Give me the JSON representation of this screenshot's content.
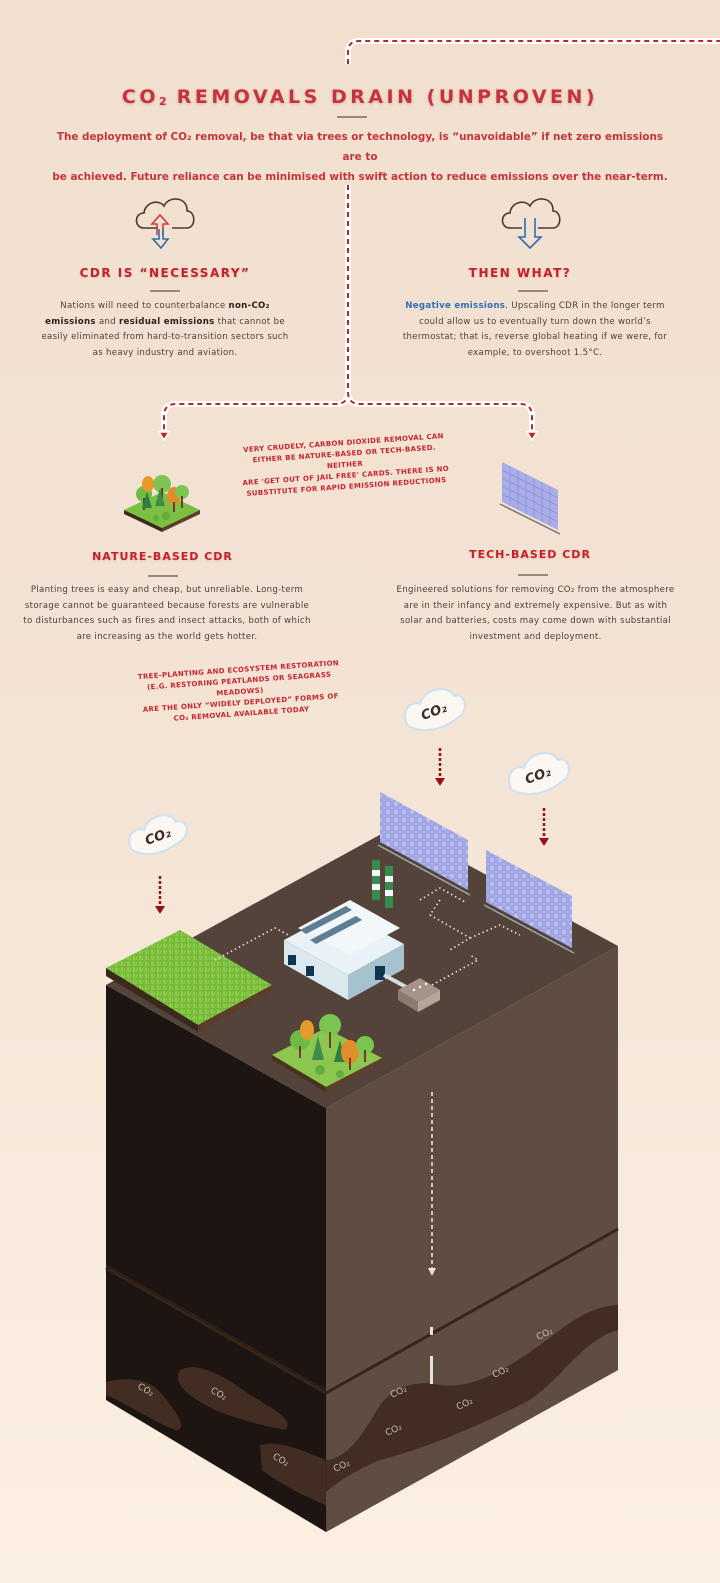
{
  "header": {
    "title_prefix": "CO",
    "title_sub": "2",
    "title_rest": " REMOVALS DRAIN (UNPROVEN)",
    "lede_line1": "The deployment of CO₂ removal, be that via trees or technology, is “unavoidable” if net zero emissions are to",
    "lede_line2": "be achieved. Future reliance can be minimised with swift action to reduce emissions over the near-term."
  },
  "columns": {
    "left": {
      "icon": "cloud-up-down-arrows-icon",
      "heading": "CDR IS “NECESSARY”",
      "body_p1": "Nations will need to counterbalance ",
      "body_b1": "non-CO₂ emissions",
      "body_p2": " and ",
      "body_b2": "residual emissions",
      "body_p3": " that cannot be easily eliminated from hard-to-transition sectors such as heavy industry and aviation."
    },
    "right": {
      "icon": "cloud-down-arrow-icon",
      "heading": "THEN WHAT?",
      "body_blue": "Negative emissions",
      "body_rest": ". Upscaling CDR in the longer term could allow us to eventually turn down the world’s thermostat; that is, reverse global heating if we were, for example, to overshoot 1.5°C."
    }
  },
  "split_note": {
    "line1": "VERY CRUDELY, CARBON DIOXIDE REMOVAL CAN",
    "line2": "EITHER BE NATURE-BASED OR TECH-BASED. NEITHER",
    "line3": "ARE 'GET OUT OF JAIL FREE' CARDS. THERE IS NO",
    "line4": "SUBSTITUTE FOR RAPID EMISSION REDUCTIONS"
  },
  "nature": {
    "heading": "NATURE-BASED CDR",
    "body": "Planting trees is easy and cheap, but unreliable. Long-term storage cannot be guaranteed because forests are vulnerable to disturbances such as fires and insect attacks, both of which are increasing as the world gets hotter."
  },
  "tech": {
    "heading": "TECH-BASED CDR",
    "body": "Engineered solutions for removing CO₂ from the atmosphere are in their infancy and extremely expensive. But as with solar and batteries, costs may come down with substantial investment and deployment."
  },
  "tree_note": {
    "line1": "TREE-PLANTING AND ECOSYSTEM RESTORATION",
    "line2": "(E.G. RESTORING PEATLANDS OR SEAGRASS MEADOWS)",
    "line3": "ARE THE ONLY “WIDELY DEPLOYED” FORMS OF",
    "line4": "CO₂ REMOVAL AVAILABLE TODAY"
  },
  "illustration": {
    "cloud_label": "CO₂",
    "store_label": "CO₂",
    "colors": {
      "accent_red": "#c5343b",
      "dashed_red": "#b01f2a",
      "blue": "#2d6eb3",
      "soil_top": "#54433a",
      "soil_left": "#1c1511",
      "soil_right": "#5f4d42",
      "pocket": "#432d22",
      "grass": "#7ec242",
      "fan_panel": "#a9aee8"
    }
  }
}
